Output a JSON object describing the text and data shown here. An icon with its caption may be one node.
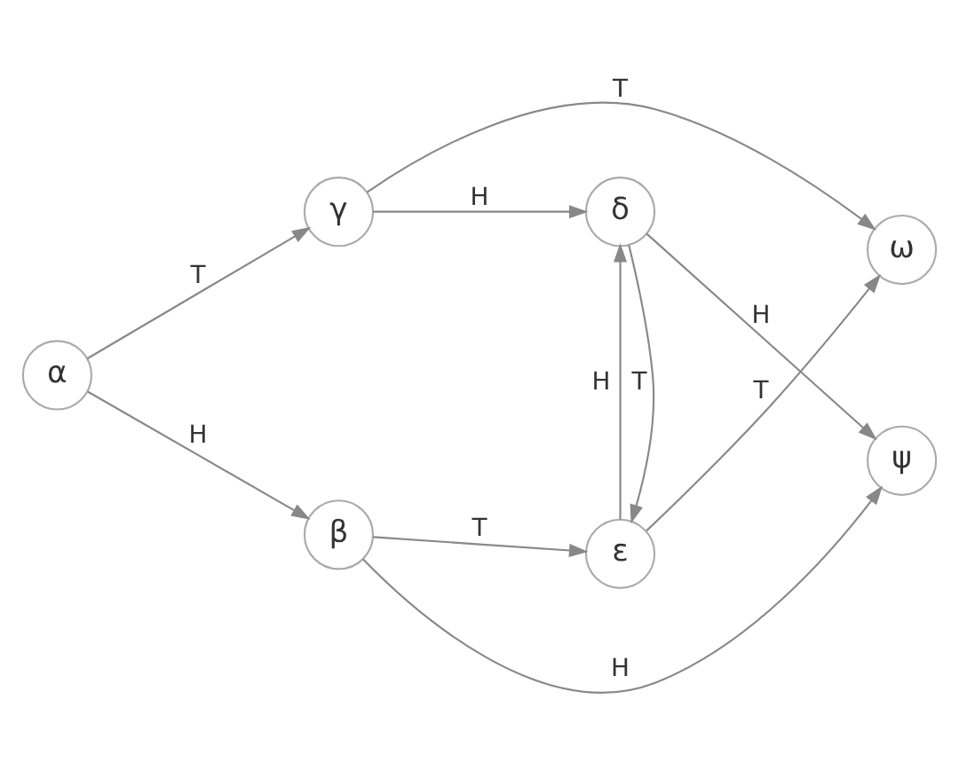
{
  "diagram": {
    "nodes": [
      {
        "text": [
          "α"
        ]
      },
      {
        "text": [
          "β"
        ]
      },
      {
        "text": [
          "γ"
        ]
      },
      {
        "text": [
          "δ"
        ]
      },
      {
        "text": [
          "ε"
        ]
      },
      {
        "text": [
          "ψ"
        ]
      },
      {
        "text": [
          "ω"
        ]
      }
    ],
    "edges": [
      {
        "from": 0,
        "to": 1,
        "arrow": "to",
        "label": "H"
      },
      {
        "from": 0,
        "to": 2,
        "arrow": "to",
        "label": "T"
      },
      {
        "from": 1,
        "to": 5,
        "arrow": "to",
        "label": "H"
      },
      {
        "from": 1,
        "to": 4,
        "arrow": "to",
        "label": "T"
      },
      {
        "from": 2,
        "to": 3,
        "arrow": "to",
        "label": "H"
      },
      {
        "from": 2,
        "to": 6,
        "arrow": "to",
        "label": "T"
      },
      {
        "from": 3,
        "to": 5,
        "arrow": "to",
        "label": "H"
      },
      {
        "from": 3,
        "to": 4,
        "arrow": "to",
        "label": "T"
      },
      {
        "from": 4,
        "to": 3,
        "arrow": "to",
        "label": "H"
      },
      {
        "from": 4,
        "to": 6,
        "arrow": "to",
        "label": "T"
      }
    ]
  }
}
